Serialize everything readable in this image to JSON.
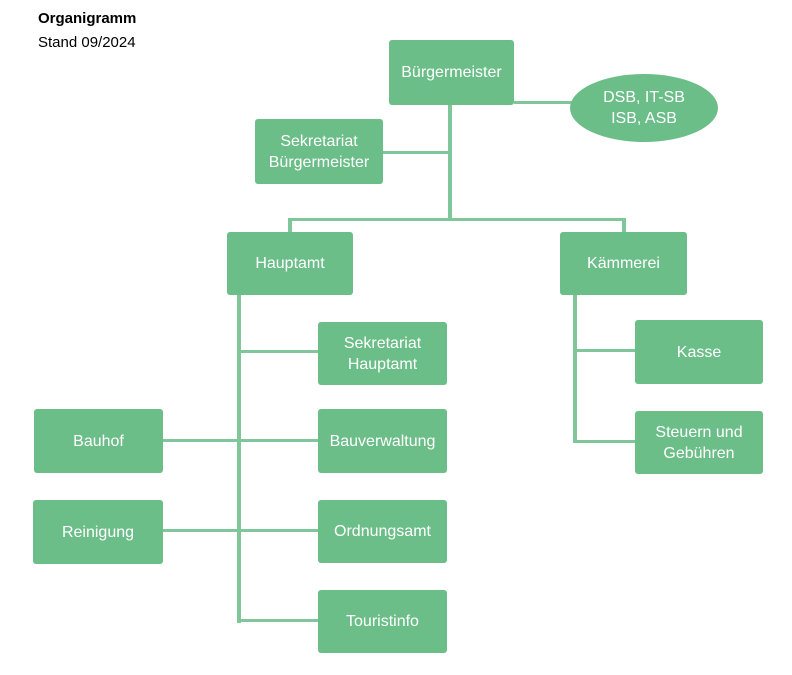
{
  "header": {
    "title": "Organigramm",
    "date": "Stand 09/2024"
  },
  "colors": {
    "node_fill": "#6CBE88",
    "connector_line": "#7FC79B",
    "node_text": "#FFFFFF",
    "title_text": "#000000"
  },
  "org_chart": {
    "nodes": {
      "buergermeister": {
        "label": "Bürgermeister"
      },
      "beauftragte_ellipse": {
        "line1": "DSB, IT-SB",
        "line2": "ISB, ASB"
      },
      "sekretariat_buergermeister": {
        "label": "Sekretariat Bürgermeister"
      },
      "hauptamt": {
        "label": "Hauptamt"
      },
      "kaemmerei": {
        "label": "Kämmerei"
      },
      "sekretariat_hauptamt": {
        "label": "Sekretariat Hauptamt"
      },
      "bauverwaltung": {
        "label": "Bauverwaltung"
      },
      "ordnungsamt": {
        "label": "Ordnungsamt"
      },
      "touristinfo": {
        "label": "Touristinfo"
      },
      "bauhof": {
        "label": "Bauhof"
      },
      "reinigung": {
        "label": "Reinigung"
      },
      "kasse": {
        "label": "Kasse"
      },
      "steuern_gebuehren": {
        "label": "Steuern und Gebühren"
      }
    }
  }
}
